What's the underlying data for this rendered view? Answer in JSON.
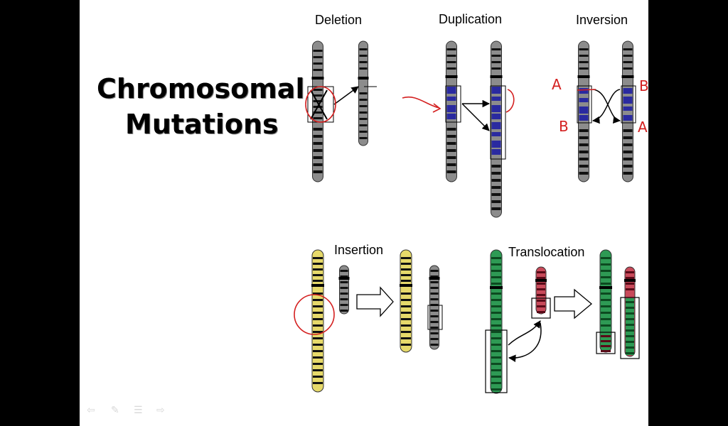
{
  "slide": {
    "title_line1": "Chromosomal",
    "title_line2": "Mutations"
  },
  "diagrams": {
    "deletion": "Deletion",
    "duplication": "Duplication",
    "inversion": "Inversion",
    "insertion": "Insertion",
    "translocation": "Translocation"
  },
  "annotations": {
    "inversion_left_top": "A",
    "inversion_left_bottom": "B",
    "inversion_right_top": "B",
    "inversion_right_bottom": "A"
  },
  "nav_icons": [
    "back-arrow-icon",
    "pen-icon",
    "menu-icon",
    "forward-arrow-icon"
  ],
  "colors": {
    "background": "#000000",
    "slide": "#ffffff",
    "annotation": "#e02020",
    "gray_chromosome": "#8c8c8c",
    "blue_band": "#2a2aa0",
    "yellow_chromosome": "#e6d96a",
    "green_chromosome": "#2e9a54",
    "red_chromosome": "#c84a5a"
  }
}
